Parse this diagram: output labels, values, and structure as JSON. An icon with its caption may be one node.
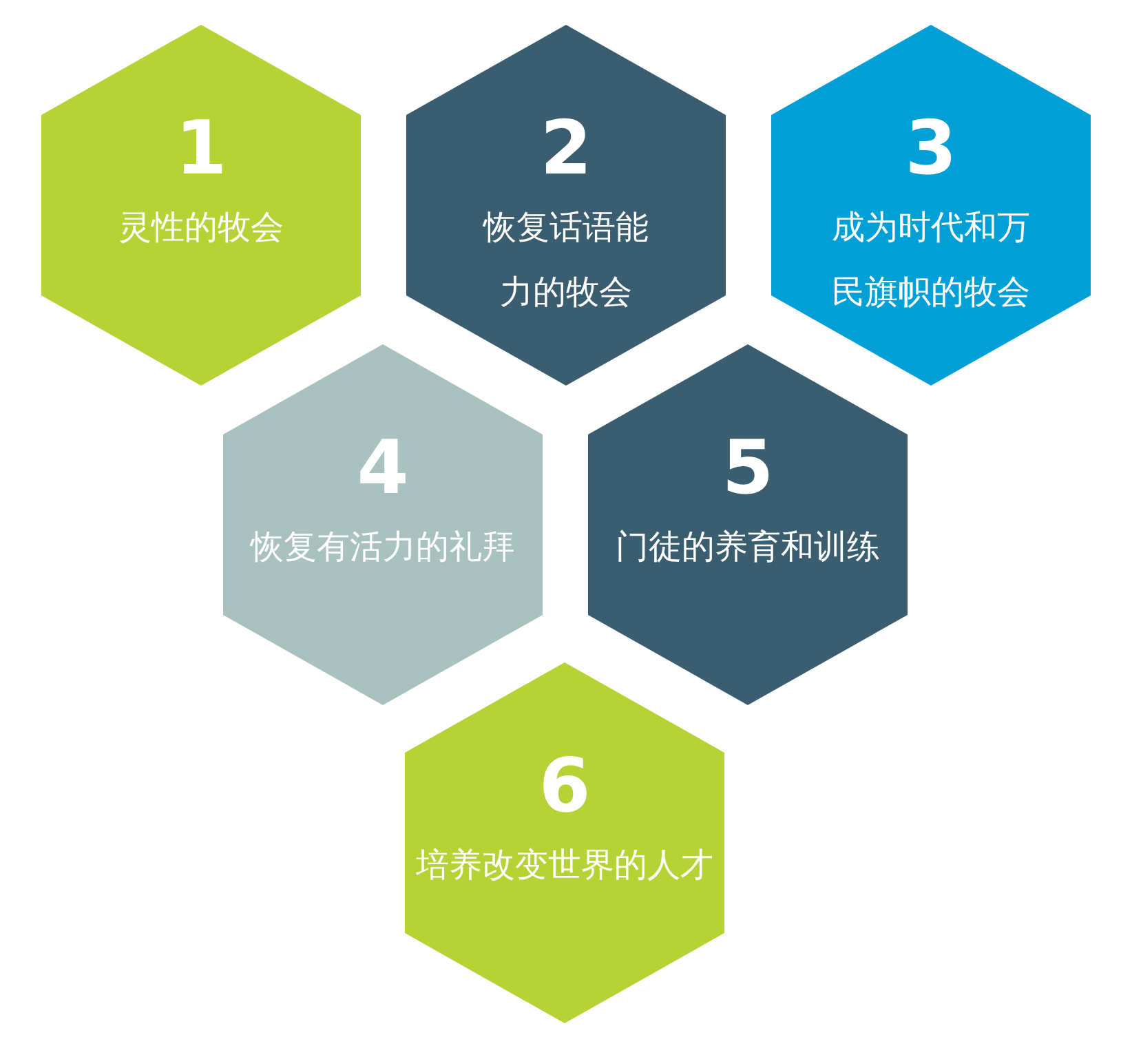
{
  "diagram": {
    "nodes": [
      {
        "text": [
          "1",
          "灵性的牧会"
        ]
      },
      {
        "text": [
          "2",
          "恢复话语能力的牧会"
        ]
      },
      {
        "text": [
          "3",
          "成为时代和万民旗帜的牧会"
        ]
      },
      {
        "text": [
          "4",
          "恢复有活力的礼拜"
        ]
      },
      {
        "text": [
          "5",
          "门徒的养育和训练"
        ]
      },
      {
        "text": [
          "6",
          "培养改变世界的人才"
        ]
      }
    ]
  }
}
